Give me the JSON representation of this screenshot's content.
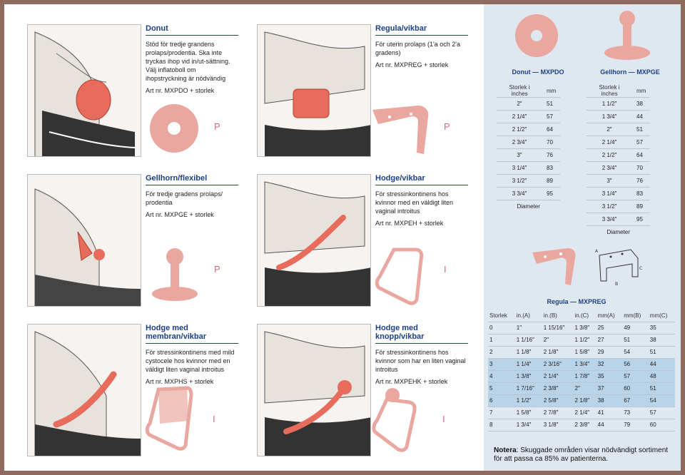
{
  "products": [
    {
      "title": "Donut",
      "desc": "Stöd för tredje grandens prolaps/prodentia. Ska inte tryckas ihop vid in/ut-sättning. Välj inflatoboll om ihopstryckning är nödvändig",
      "art": "Art nr. MXPDO + storlek",
      "letter": "P"
    },
    {
      "title": "Regula/vikbar",
      "desc": "För uterin prolaps (1'a och 2'a gradens)",
      "art": "Art nr. MXPREG + storlek",
      "letter": "P"
    },
    {
      "title": "Gellhorn/flexibel",
      "desc": "För tredje gradens prolaps/ prodentia",
      "art": "Art nr. MXPGE + storlek",
      "letter": "P"
    },
    {
      "title": "Hodge/vikbar",
      "desc": "För stressinkontinens hos kvinnor med en väldigt liten vaginal introitus",
      "art": "Art nr. MXPEH + storlek",
      "letter": "I"
    },
    {
      "title": "Hodge med membran/vikbar",
      "desc": "För stressinkontinens med mild cystocele hos kvinnor med en väldigt liten vaginal introitus",
      "art": "Art nr. MXPHS + storlek",
      "letter": "I"
    },
    {
      "title": "Hodge med knopp/vikbar",
      "desc": "För stressinkontinens hos kvinnor som har en liten vaginal introitus",
      "art": "Art nr. MXPEHK + storlek",
      "letter": "I"
    }
  ],
  "donut_table": {
    "title": "Donut",
    "code": "MXPDO",
    "col1": "Storlek i inches",
    "col2": "mm",
    "rows": [
      [
        "2″",
        "51"
      ],
      [
        "2 1/4″",
        "57"
      ],
      [
        "2 1/2″",
        "64"
      ],
      [
        "2 3/4″",
        "70"
      ],
      [
        "3″",
        "76"
      ],
      [
        "3 1/4″",
        "83"
      ],
      [
        "3 1/2″",
        "89"
      ],
      [
        "3 3/4″",
        "95"
      ]
    ],
    "footer": "Diameter"
  },
  "gellhorn_table": {
    "title": "Gellhorn",
    "code": "MXPGE",
    "col1": "Storlek i inches",
    "col2": "mm",
    "rows": [
      [
        "1 1/2″",
        "38"
      ],
      [
        "1 3/4″",
        "44"
      ],
      [
        "2″",
        "51"
      ],
      [
        "2 1/4″",
        "57"
      ],
      [
        "2 1/2″",
        "64"
      ],
      [
        "2 3/4″",
        "70"
      ],
      [
        "3″",
        "76"
      ],
      [
        "3 1/4″",
        "83"
      ],
      [
        "3 1/2″",
        "89"
      ],
      [
        "3 3/4″",
        "95"
      ]
    ],
    "footer": "Diameter"
  },
  "diagram_labels": {
    "a": "A",
    "b": "B",
    "c": "C"
  },
  "regula_table": {
    "title": "Regula",
    "code": "MXPREG",
    "headers": [
      "Storlek",
      "in.(A)",
      "in.(B)",
      "in.(C)",
      "mm(A)",
      "mm(B)",
      "mm(C)"
    ],
    "rows": [
      [
        "0",
        "1″",
        "1 15/16″",
        "1 3/8″",
        "25",
        "49",
        "35"
      ],
      [
        "1",
        "1 1/16″",
        "2″",
        "1 1/2″",
        "27",
        "51",
        "38"
      ],
      [
        "2",
        "1 1/8″",
        "2 1/8″",
        "1 5/8″",
        "29",
        "54",
        "51"
      ],
      [
        "3",
        "1 1/4″",
        "2 3/16″",
        "1 3/4″",
        "32",
        "56",
        "44"
      ],
      [
        "4",
        "1 3/8″",
        "2 1/4″",
        "1 7/8″",
        "35",
        "57",
        "48"
      ],
      [
        "5",
        "1 7/16″",
        "2 3/8″",
        "2″",
        "37",
        "60",
        "51"
      ],
      [
        "6",
        "1 1/2″",
        "2 5/8″",
        "2 1/8″",
        "38",
        "67",
        "54"
      ],
      [
        "7",
        "1 5/8″",
        "2 7/8″",
        "2 1/4″",
        "41",
        "73",
        "57"
      ],
      [
        "8",
        "1 3/4″",
        "3 1/8″",
        "2 3/8″",
        "44",
        "79",
        "60"
      ]
    ],
    "shaded_rows": [
      3,
      4,
      5,
      6
    ]
  },
  "note": {
    "label": "Notera",
    "text": ": Skuggade områden visar nödvändigt sortiment för att passa ca 85% av patienterna."
  },
  "colors": {
    "accent": "#1d3f86",
    "pessary": "#e9a7a0",
    "frame": "#8e6a5f",
    "panel": "#dfe8f1"
  }
}
